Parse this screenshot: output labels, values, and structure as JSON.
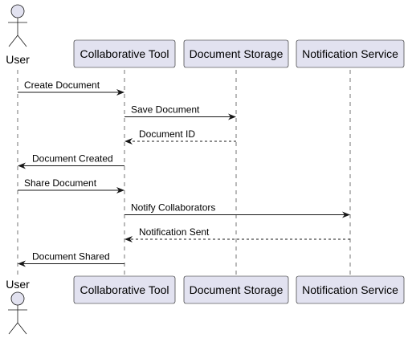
{
  "participants": [
    {
      "id": "user",
      "label": "User",
      "kind": "actor"
    },
    {
      "id": "tool",
      "label": "Collaborative Tool",
      "kind": "box"
    },
    {
      "id": "storage",
      "label": "Document Storage",
      "kind": "box"
    },
    {
      "id": "notify",
      "label": "Notification Service",
      "kind": "box"
    }
  ],
  "messages": [
    {
      "from": "user",
      "to": "tool",
      "label": "Create Document",
      "style": "solid"
    },
    {
      "from": "tool",
      "to": "storage",
      "label": "Save Document",
      "style": "solid"
    },
    {
      "from": "storage",
      "to": "tool",
      "label": "Document ID",
      "style": "dashed"
    },
    {
      "from": "tool",
      "to": "user",
      "label": "Document Created",
      "style": "solid"
    },
    {
      "from": "user",
      "to": "tool",
      "label": "Share Document",
      "style": "solid"
    },
    {
      "from": "tool",
      "to": "notify",
      "label": "Notify Collaborators",
      "style": "solid"
    },
    {
      "from": "notify",
      "to": "tool",
      "label": "Notification Sent",
      "style": "dashed"
    },
    {
      "from": "tool",
      "to": "user",
      "label": "Document Shared",
      "style": "solid"
    }
  ],
  "colors": {
    "box_fill": "#e2e2f0",
    "box_stroke": "#181818",
    "lifeline": "#181818",
    "arrow": "#181818"
  }
}
